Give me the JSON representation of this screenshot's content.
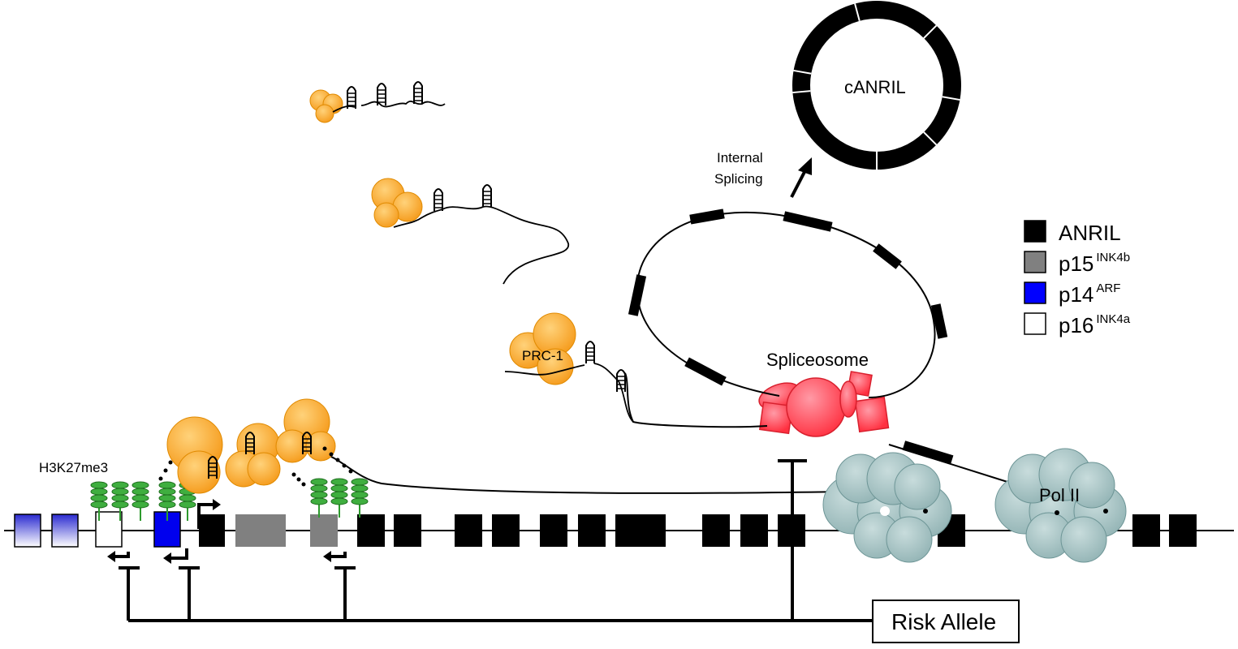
{
  "labels": {
    "h3k27me3": "H3K27me3",
    "prc1": "PRC-1",
    "spliceosome": "Spliceosome",
    "pol2": "Pol II",
    "internal_line1": "Internal",
    "internal_line2": "Splicing",
    "canril": "cANRIL",
    "risk_allele": "Risk Allele"
  },
  "legend": [
    {
      "name": "ANRIL",
      "sup": "",
      "color": "#000000"
    },
    {
      "name": "p15",
      "sup": "INK4b",
      "color": "#808080"
    },
    {
      "name": "p14",
      "sup": "ARF",
      "color": "#0000ff"
    },
    {
      "name": "p16",
      "sup": "INK4a",
      "color": "#ffffff"
    }
  ],
  "colors": {
    "prc": "#f5a623",
    "spliceosome": "#ff4d5e",
    "polII": "#9fbfc0",
    "histone": "#2e9a2e"
  }
}
